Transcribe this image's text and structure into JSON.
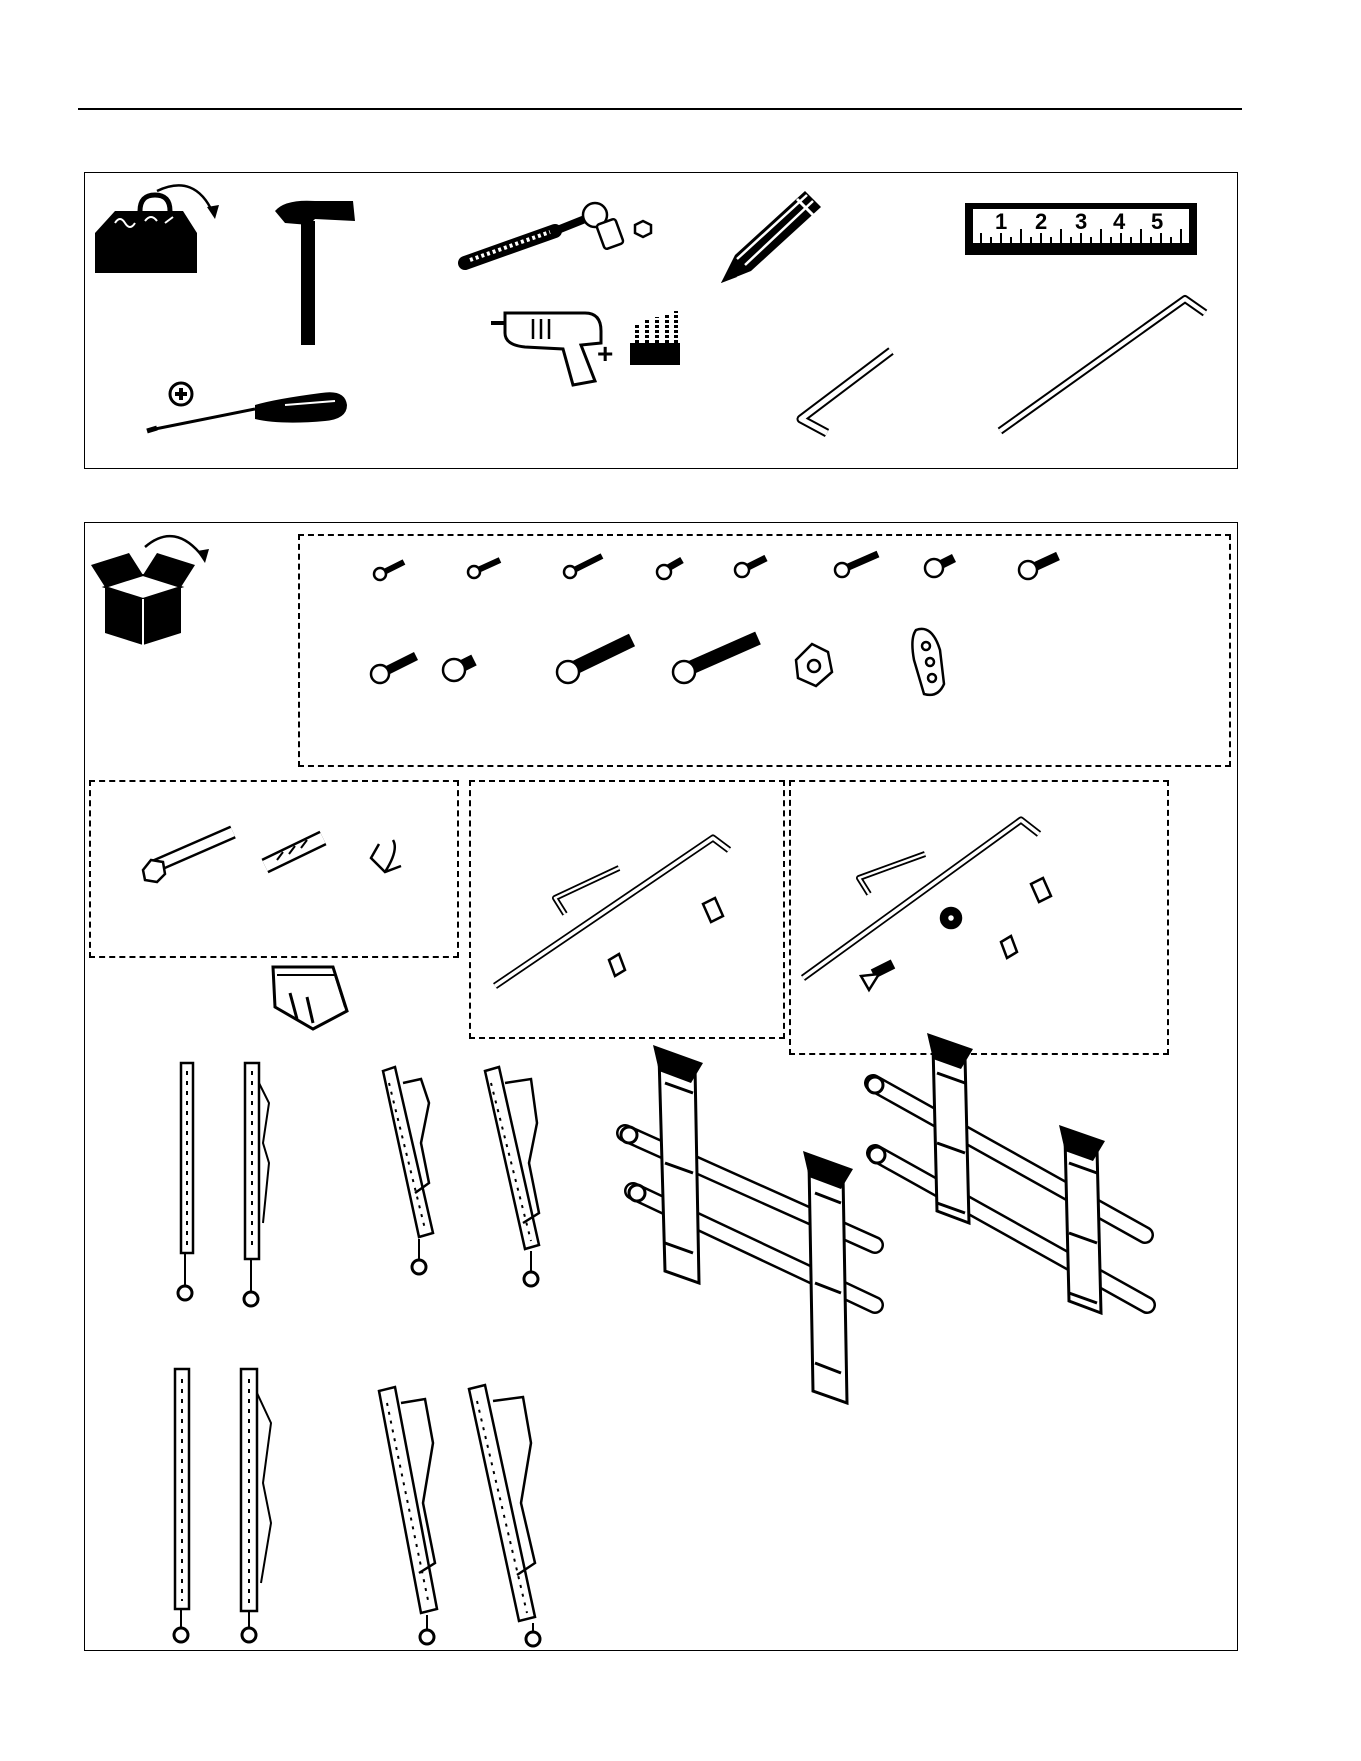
{
  "tools": {
    "ruler_numbers": [
      "1",
      "2",
      "3",
      "4",
      "5"
    ],
    "plus_sign": "+",
    "icons": [
      "toolbox-icon",
      "hammer-icon",
      "socket-wrench-icon",
      "pencil-icon",
      "ruler-icon",
      "drill-icon",
      "drill-bits-icon",
      "phillips-screwdriver-icon",
      "phillips-icon",
      "hex-key-short-icon",
      "hex-key-long-icon"
    ]
  },
  "parts": {
    "icons": [
      "open-box-icon",
      "screw-icon",
      "security-bolt-icon",
      "spacer-icon",
      "cable-guide-icon",
      "lag-bolt-icon",
      "wall-anchor-icon",
      "clip-icon",
      "security-key-icon",
      "cover-icon",
      "vertical-bracket-icon",
      "tilt-bracket-icon",
      "wall-rail-assembly-icon"
    ]
  }
}
